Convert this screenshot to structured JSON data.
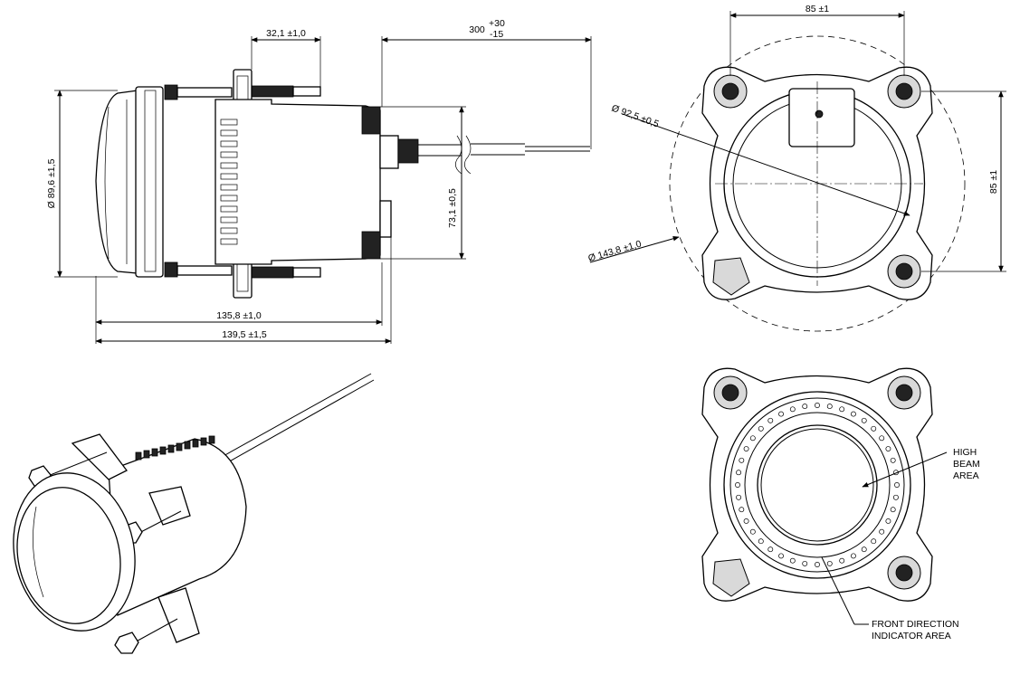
{
  "dimensions": {
    "flange_offset": "32,1 ±1,0",
    "cable_length": "300",
    "cable_tol_plus": "+30",
    "cable_tol_minus": "-15",
    "lens_diameter": "Ø 89,6 ±1,5",
    "housing_height": "73,1 ±0,5",
    "body_length": "135,8 ±1,0",
    "total_length": "139,5 ±1,5",
    "hole_spacing_horizontal": "85 ±1",
    "hole_spacing_vertical": "85 ±1",
    "cutout_diameter": "Ø 92,5 ±0,5",
    "outer_diameter": "Ø 143,8 ±1,0"
  },
  "callouts": {
    "high_beam": [
      "HIGH",
      "BEAM",
      "AREA"
    ],
    "front_indicator": [
      "FRONT DIRECTION",
      "INDICATOR AREA"
    ]
  },
  "colors": {
    "line": "#000000",
    "background": "#ffffff",
    "fill_gray": "#d9d9d9",
    "fill_dark": "#222222"
  }
}
